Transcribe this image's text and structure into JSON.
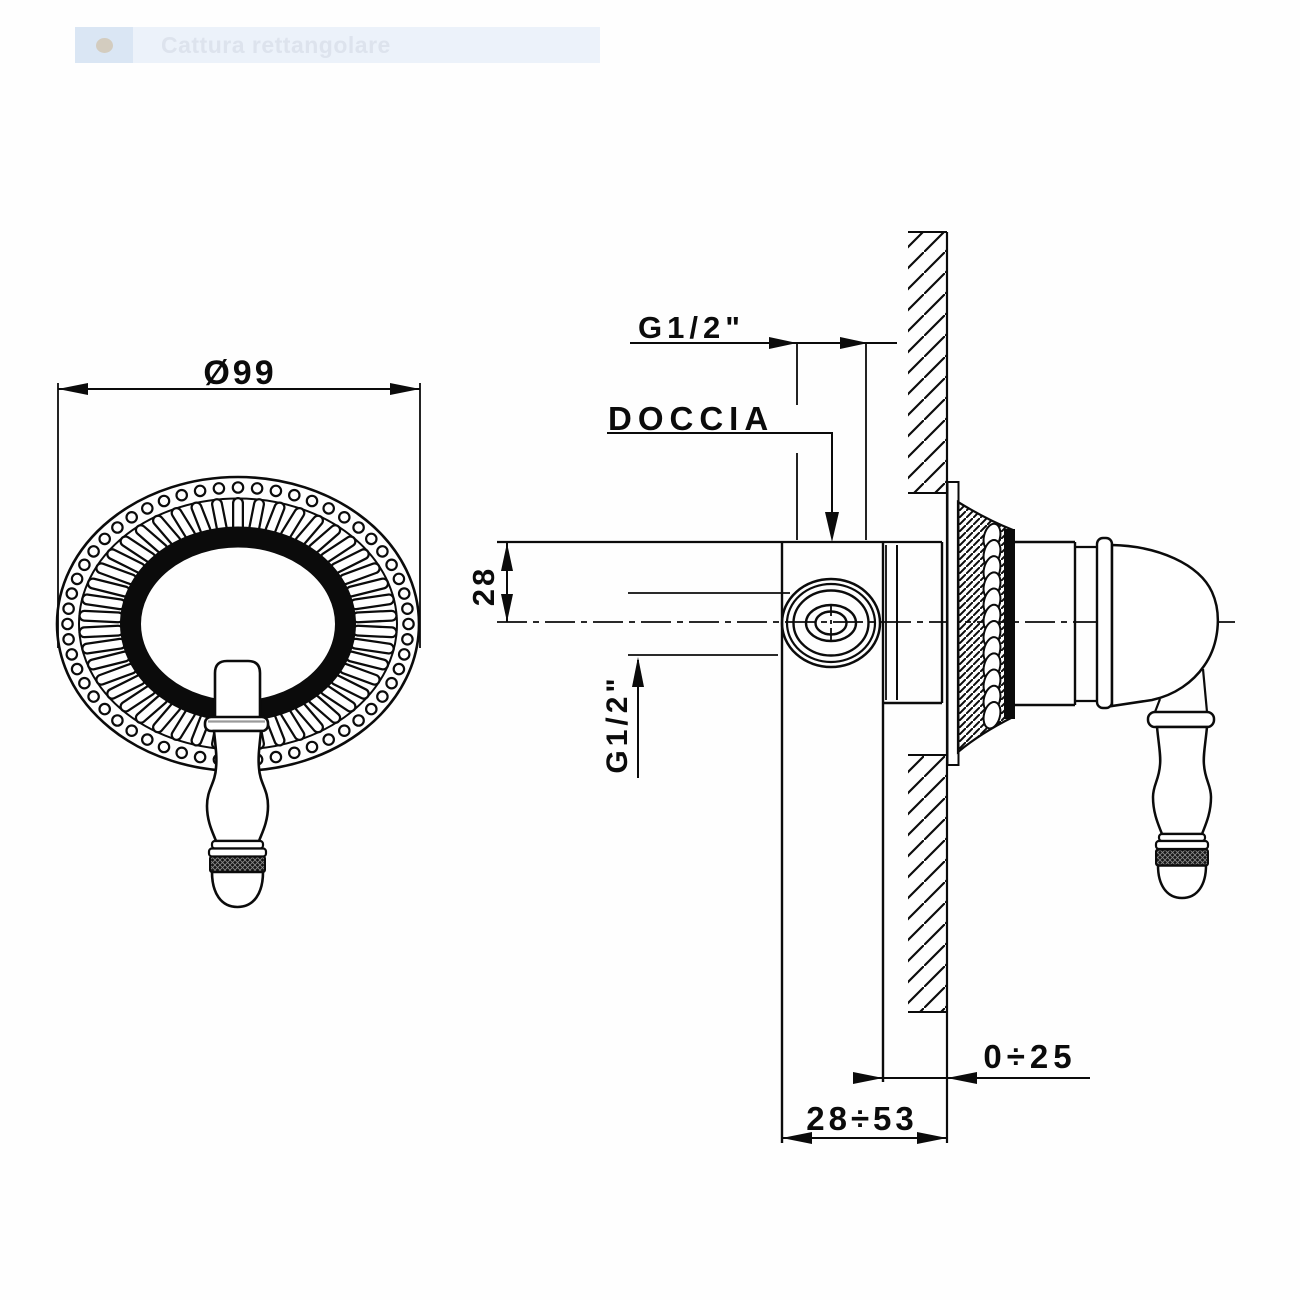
{
  "capture_bar": {
    "label": "Cattura rettangolare",
    "icon": "record-dot-icon"
  },
  "drawing": {
    "front_view": {
      "diameter_label": "Ø99"
    },
    "side_view": {
      "top_thread_label": "G1/2\"",
      "outlet_label": "DOCCIA",
      "center_offset_label": "28",
      "bottom_thread_label": "G1/2\"",
      "wall_depth_label": "0÷25",
      "total_depth_label": "28÷53"
    },
    "colors": {
      "line": "#0b0b0b",
      "background": "#fefefe",
      "overlay_bar": "#e9f0f9",
      "overlay_text": "#dde3ed"
    }
  }
}
